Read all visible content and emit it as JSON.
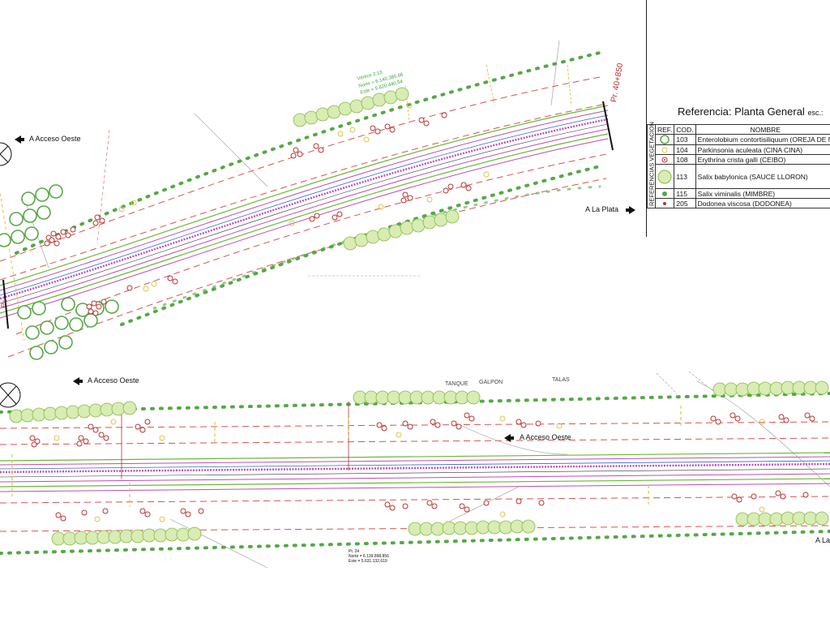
{
  "labels": {
    "acceso_oeste_top": "A Acceso Oeste",
    "acceso_oeste_mid": "A Acceso Oeste",
    "acceso_oeste_road": "A Acceso Oeste",
    "la_plata_top": "A La Plata",
    "la_plata_bottom": "A La",
    "pk_top": "Pr. 40+850",
    "tanque": "TANQUE",
    "galpon": "GALPON",
    "talas": "TALAS",
    "vertice_1": "Vértice 2.13",
    "vertice_2": "Norte = 6.140.380,66",
    "vertice_3": "Este = 5.620.440,54",
    "pt_1": "Pt. 24",
    "pt_2": "Norte = 6.139.898,856",
    "pt_3": "Este = 5.631.132,619"
  },
  "reference": {
    "title": "Referencia:  Planta General",
    "scale": "esc.:",
    "side_label": "REFERENCIAS VEGETACION",
    "headers": {
      "ref": "REF.",
      "cod": "COD.",
      "nombre": "NOMBRE"
    },
    "rows": [
      {
        "symbol": "large-green-circle",
        "cod": "103",
        "nombre": "Enterolobium contortisiliquum (OREJA DE N"
      },
      {
        "symbol": "yellow-circle",
        "cod": "104",
        "nombre": "Parkinsonia aculeata (CINA CINA)"
      },
      {
        "symbol": "red-flower",
        "cod": "108",
        "nombre": "Erythrina crista galli (CEIBO)"
      },
      {
        "symbol": "willow-circle",
        "cod": "113",
        "nombre": "Salix babylonica (SAUCE LLORON)"
      },
      {
        "symbol": "green-dot",
        "cod": "115",
        "nombre": "Salix viminalis (MIMBRE)"
      },
      {
        "symbol": "small-red-dot",
        "cod": "205",
        "nombre": "Dodonea viscosa (DODONEA)"
      }
    ]
  },
  "colors": {
    "road_magenta": "#c04cb5",
    "road_green": "#66bb33",
    "dash_red": "#d9534f",
    "tree_green": "#55a845",
    "willow_fill": "#d8ecb3",
    "ceibo_red": "#b83232",
    "cina_yellow": "#d9c84a",
    "marker_orange": "#f5a623"
  }
}
